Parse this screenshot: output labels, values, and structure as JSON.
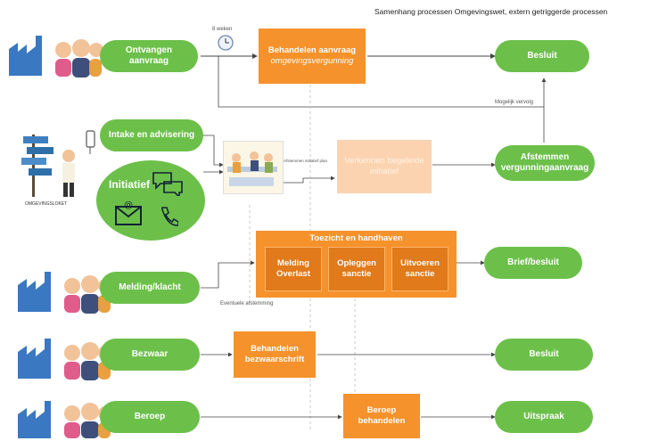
{
  "title": "Samenhang processen Omgevingswet, extern getriggerde processen",
  "actors": [
    {
      "id": "a1",
      "start": "Ontvangen aanvraag"
    },
    {
      "id": "a2",
      "start": "Melding/klacht"
    },
    {
      "id": "a3",
      "start": "Bezwaar"
    },
    {
      "id": "a4",
      "start": "Beroep"
    }
  ],
  "green": {
    "intake": "Intake en advisering",
    "initiatief": "Initiatief",
    "besluit_top": "Besluit",
    "afstemmen": "Afstemmen vergunningaanvraag",
    "brief_besluit": "Brief/besluit",
    "besluit_mid": "Besluit",
    "uitspraak": "Uitspraak"
  },
  "orange": {
    "behandelen_aanvraag_1": "Behandelen aanvraag",
    "behandelen_aanvraag_2": "omgevingsvergunning",
    "verkennen": "Verkennen begeleide initiatief",
    "toezicht_title": "Toezicht en handhaven",
    "melding": "Melding Overlast",
    "opleggen": "Opleggen sanctie",
    "uitvoeren": "Uitvoeren sanctie",
    "bezwaarschrift": "Behandelen bezwaarschrift",
    "beroep": "Beroep behandelen"
  },
  "annotations": {
    "timer": "8 weken",
    "mogelijk": "Mogelijk vervolg",
    "eventuele": "Eventuele afstemming",
    "omgevingsloket": "OMGEVINGSLOKET",
    "note_small": "Afstemmen initiatief plan"
  },
  "colors": {
    "green": "#6cc04a",
    "orange": "#f5922b",
    "faded": "#fbd3b0",
    "line": "#444444",
    "dash": "#bbbbbb"
  }
}
